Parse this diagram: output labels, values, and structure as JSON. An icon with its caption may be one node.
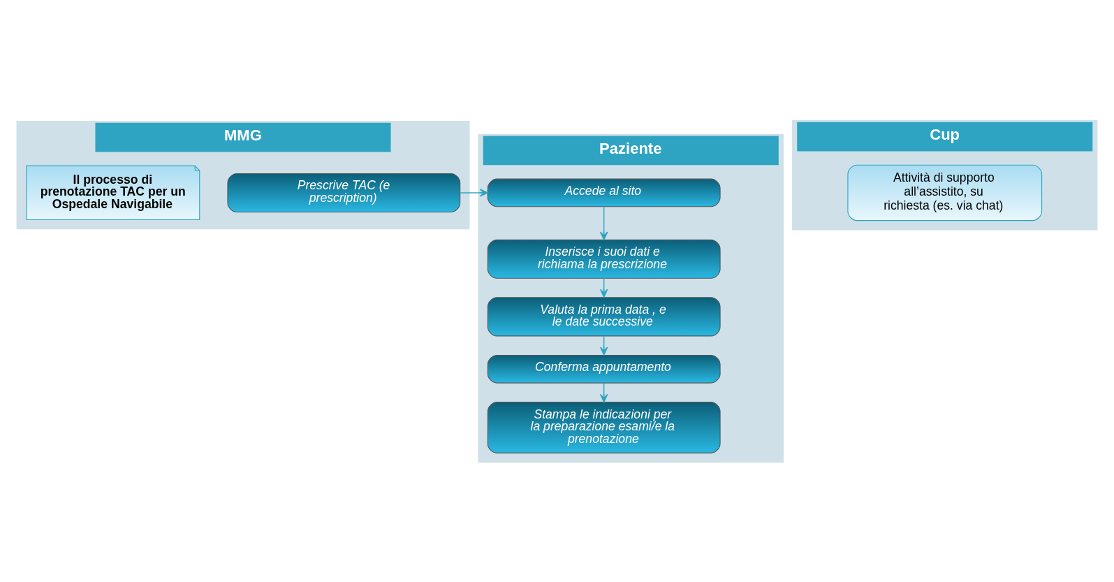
{
  "diagram": {
    "nodes": [
      {
        "text": [
          "MMG"
        ]
      },
      {
        "text": [
          "Prescrive TAC (e prescription)"
        ],
        "in": 0
      },
      {
        "text": [
          "Paziente"
        ]
      },
      {
        "text": [
          "Accede al sito"
        ],
        "in": 2
      },
      {
        "text": [
          "Inserisce i suoi dati e richiama la prescrizione"
        ],
        "in": 2
      },
      {
        "text": [
          "Valuta la prima data , e le date successive"
        ],
        "in": 2
      },
      {
        "text": [
          "Conferma appuntamento"
        ],
        "in": 2
      },
      {
        "text": [
          "Stampa le indicazioni per la preparazione esami/e la prenotazione"
        ],
        "in": 2
      },
      {
        "text": [
          "Cup"
        ]
      },
      {
        "text": [
          "Attività di supporto all’assistito, su richiesta (es. via chat)"
        ],
        "in": 8
      },
      {
        "text": [
          "Il processo di prenotazione TAC per un Ospedale Navigabile"
        ],
        "in": 0
      }
    ],
    "edges": [
      {
        "from": 1,
        "to": 3,
        "arrow": "to"
      },
      {
        "from": 3,
        "to": 4,
        "arrow": "to"
      },
      {
        "from": 4,
        "to": 5,
        "arrow": "to"
      },
      {
        "from": 5,
        "to": 6,
        "arrow": "to"
      },
      {
        "from": 6,
        "to": 7,
        "arrow": "to"
      }
    ]
  }
}
